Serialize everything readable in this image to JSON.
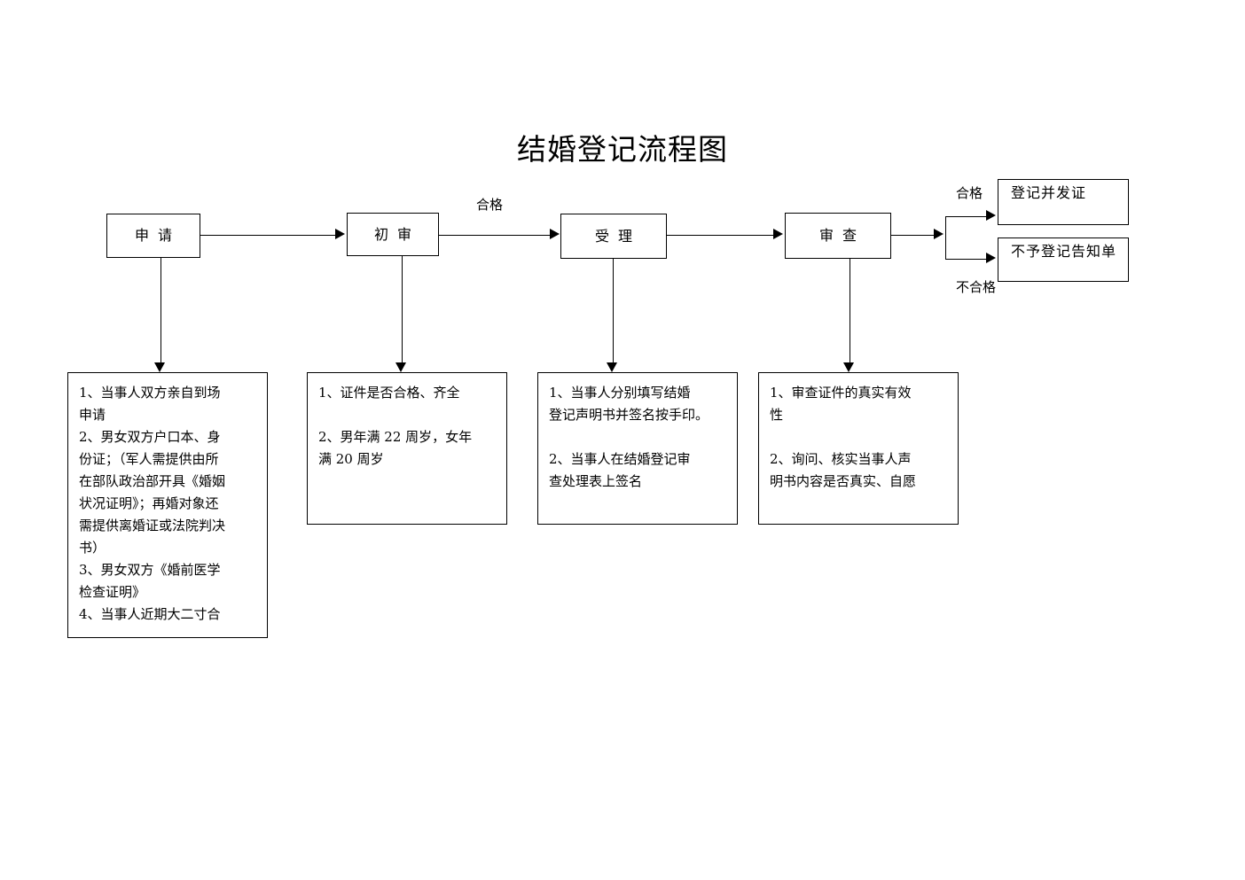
{
  "document": {
    "title": "结婚登记流程图"
  },
  "process_steps": [
    {
      "id": "apply",
      "label": "申请"
    },
    {
      "id": "initial",
      "label": "初审"
    },
    {
      "id": "accept",
      "label": "受理"
    },
    {
      "id": "examine",
      "label": "审查"
    }
  ],
  "outcomes": [
    {
      "id": "issue",
      "label": "登记并发证"
    },
    {
      "id": "reject",
      "label": "不予登记告知单"
    }
  ],
  "edge_labels": {
    "initial_to_accept": "合格",
    "branch_pass": "合格",
    "branch_fail": "不合格"
  },
  "details": [
    {
      "id": "apply-details",
      "lines": [
        "1、当事人双方亲自到场",
        "申请",
        "2、男女双方户口本、身",
        "份证；（军人需提供由所",
        "在部队政治部开具《婚姻",
        "状况证明》；再婚对象还",
        "需提供离婚证或法院判决",
        "书）",
        "3、男女双方《婚前医学",
        "检查证明》",
        "4、当事人近期大二寸合"
      ]
    },
    {
      "id": "initial-details",
      "lines": [
        "1、证件是否合格、齐全",
        "",
        "2、男年满 22 周岁，女年",
        "满 20 周岁"
      ]
    },
    {
      "id": "accept-details",
      "lines": [
        "1、当事人分别填写结婚",
        "登记声明书并签名按手印。",
        "",
        "",
        "2、当事人在结婚登记审",
        "查处理表上签名"
      ]
    },
    {
      "id": "examine-details",
      "lines": [
        "1、审查证件的真实有效",
        "性",
        "",
        "",
        "2、询问、核实当事人声",
        "明书内容是否真实、自愿"
      ]
    }
  ],
  "colors": {
    "stroke": "#000000",
    "background": "#ffffff"
  }
}
